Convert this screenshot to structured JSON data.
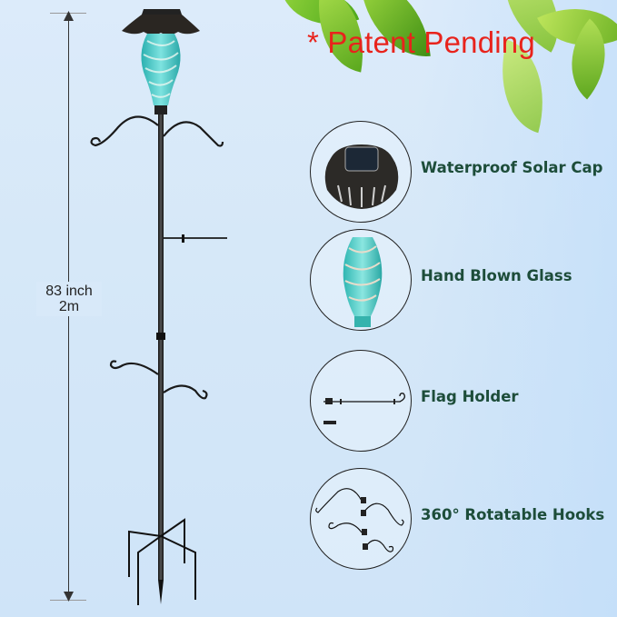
{
  "banner": {
    "patent_text": "* Patent Pending",
    "patent_color": "#e8231c"
  },
  "dimension": {
    "line1": "83 inch",
    "line2": "2m"
  },
  "features": [
    {
      "label": "Waterproof Solar Cap",
      "icon": "solar-cap-icon"
    },
    {
      "label": "Hand Blown Glass",
      "icon": "glass-globe-icon"
    },
    {
      "label": "Flag Holder",
      "icon": "flag-holder-icon"
    },
    {
      "label": "360° Rotatable Hooks",
      "icon": "rotatable-hooks-icon"
    }
  ],
  "colors": {
    "feature_text": "#1d4d3a",
    "glass": "#3fc4c4",
    "metal": "#1c1c1c"
  }
}
